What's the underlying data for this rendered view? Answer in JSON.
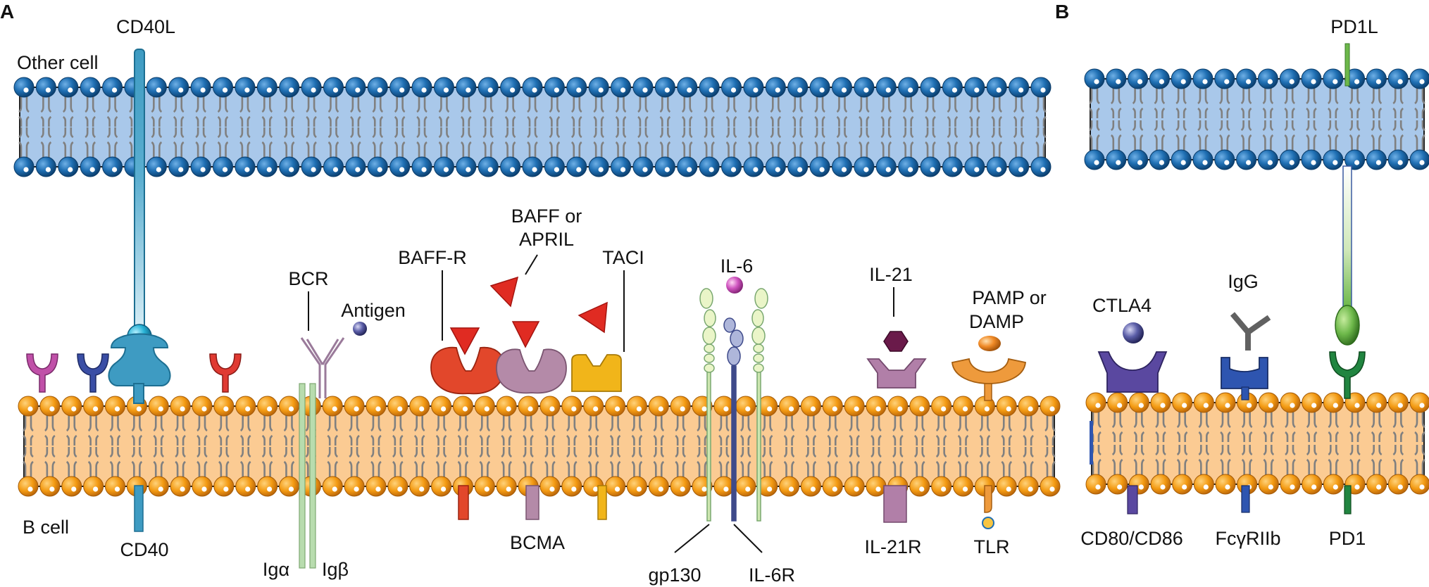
{
  "panel_a": {
    "letter": "A",
    "other_cell": "Other cell",
    "b_cell": "B cell",
    "labels": {
      "cd40l": "CD40L",
      "cd40": "CD40",
      "bcr": "BCR",
      "antigen": "Antigen",
      "igalpha": "Igα",
      "igbeta": "Igβ",
      "baffr": "BAFF-R",
      "baff_april_1": "BAFF or",
      "baff_april_2": "APRIL",
      "taci": "TACI",
      "bcma": "BCMA",
      "il6": "IL-6",
      "gp130": "gp130",
      "il6r": "IL-6R",
      "il21": "IL-21",
      "il21r": "IL-21R",
      "pamp_1": "PAMP or",
      "pamp_2": "DAMP",
      "tlr": "TLR"
    }
  },
  "panel_b": {
    "letter": "B",
    "labels": {
      "pd1l": "PD1L",
      "ctla4": "CTLA4",
      "cd80": "CD80/CD86",
      "igg": "IgG",
      "fcgr": "FcγRIIb",
      "pd1": "PD1"
    }
  },
  "colors": {
    "other_membrane_fill": "#a9c8ea",
    "other_head": "#1f6fb3",
    "bcell_membrane_fill": "#fbcb93",
    "bcell_head": "#f39a12",
    "cd40": "#3e9bc2",
    "baffr": "#e2472b",
    "bcma": "#b48aa8",
    "taci": "#f1b51a",
    "il21r": "#b17fa8",
    "tlr": "#ee9a3c",
    "ctla4": "#5a48a0",
    "fcgr": "#2e55b0",
    "pd1": "#218540",
    "pd1l": "#6db84a"
  }
}
